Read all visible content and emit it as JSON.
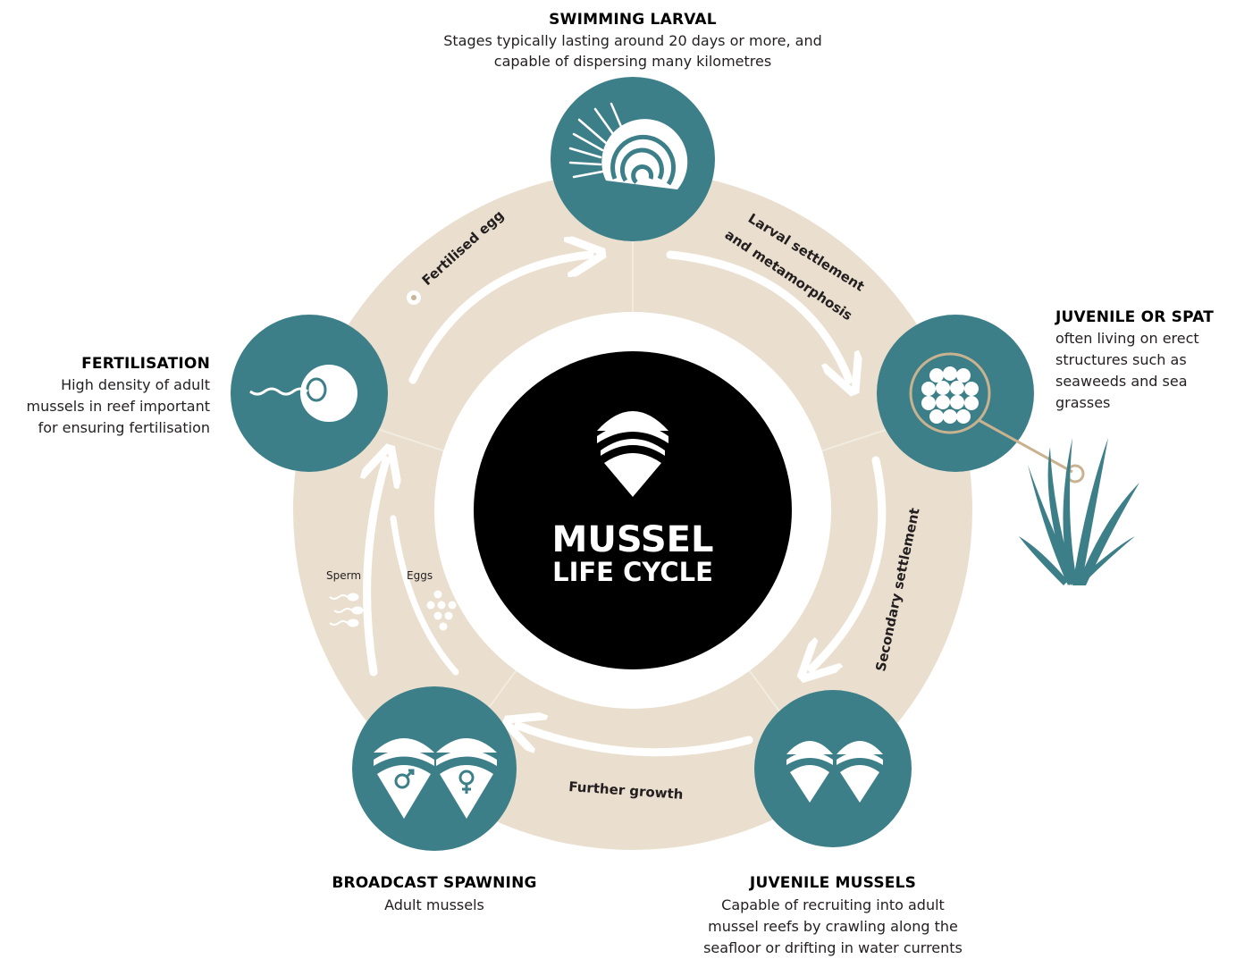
{
  "colors": {
    "ring": "#eadfce",
    "teal": "#3d7f88",
    "center": "#000000",
    "seaweed": "#3d7f88",
    "lens_border": "#c9b28f"
  },
  "center": {
    "title_line1": "MUSSEL",
    "title_line2": "LIFE CYCLE",
    "icon": "mussel-icon"
  },
  "stages": {
    "swimming_larval": {
      "title": "SWIMMING LARVAL",
      "desc": [
        "Stages typically lasting around 20 days or more, and",
        "capable of dispersing many kilometres"
      ],
      "icon": "larva-icon"
    },
    "juvenile_spat": {
      "title": "JUVENILE OR SPAT",
      "desc": [
        "often living on erect",
        "structures such as",
        "seaweeds and sea",
        "grasses"
      ],
      "icon": "spat-cluster-icon"
    },
    "juvenile_mussels": {
      "title": "JUVENILE MUSSELS",
      "desc": [
        "Capable of recruiting into adult",
        "mussel reefs by crawling along the",
        "seafloor or drifting in water currents"
      ],
      "icon": "two-mussels-icon"
    },
    "broadcast_spawning": {
      "title": "BROADCAST SPAWNING",
      "desc": [
        "Adult mussels"
      ],
      "icon": "male-female-mussels-icon"
    },
    "fertilisation": {
      "title": "FERTILISATION",
      "desc": [
        "High density of adult",
        "mussels in reef important",
        "for ensuring fertilisation"
      ],
      "icon": "sperm-egg-icon"
    }
  },
  "arcs": {
    "fertilised_egg": "Fertilised egg",
    "larval_settlement_1": "Larval settlement",
    "larval_settlement_2": "and metamorphosis",
    "secondary_settlement": "Secondary settlement",
    "further_growth": "Further growth",
    "sperm": "Sperm",
    "eggs": "Eggs"
  }
}
